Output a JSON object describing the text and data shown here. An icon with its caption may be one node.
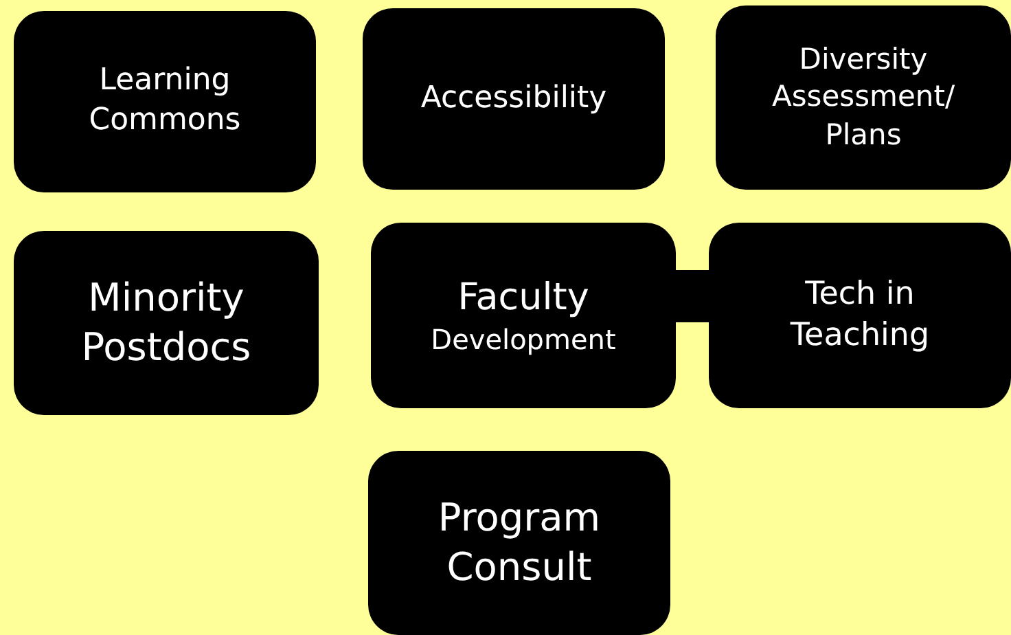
{
  "diagram": {
    "nodes": [
      {
        "text": [
          "Learning Commons"
        ]
      },
      {
        "text": [
          "Accessibility"
        ]
      },
      {
        "text": [
          "Diversity Assessment/ Plans"
        ]
      },
      {
        "text": [
          "Minority Postdocs"
        ]
      },
      {
        "text": [
          "Faculty",
          "Development"
        ]
      },
      {
        "text": [
          "Tech in Teaching"
        ]
      },
      {
        "text": [
          "Program Consult"
        ]
      }
    ],
    "edges": [
      {
        "from": 4,
        "to": 5,
        "arrow": "none"
      }
    ]
  }
}
